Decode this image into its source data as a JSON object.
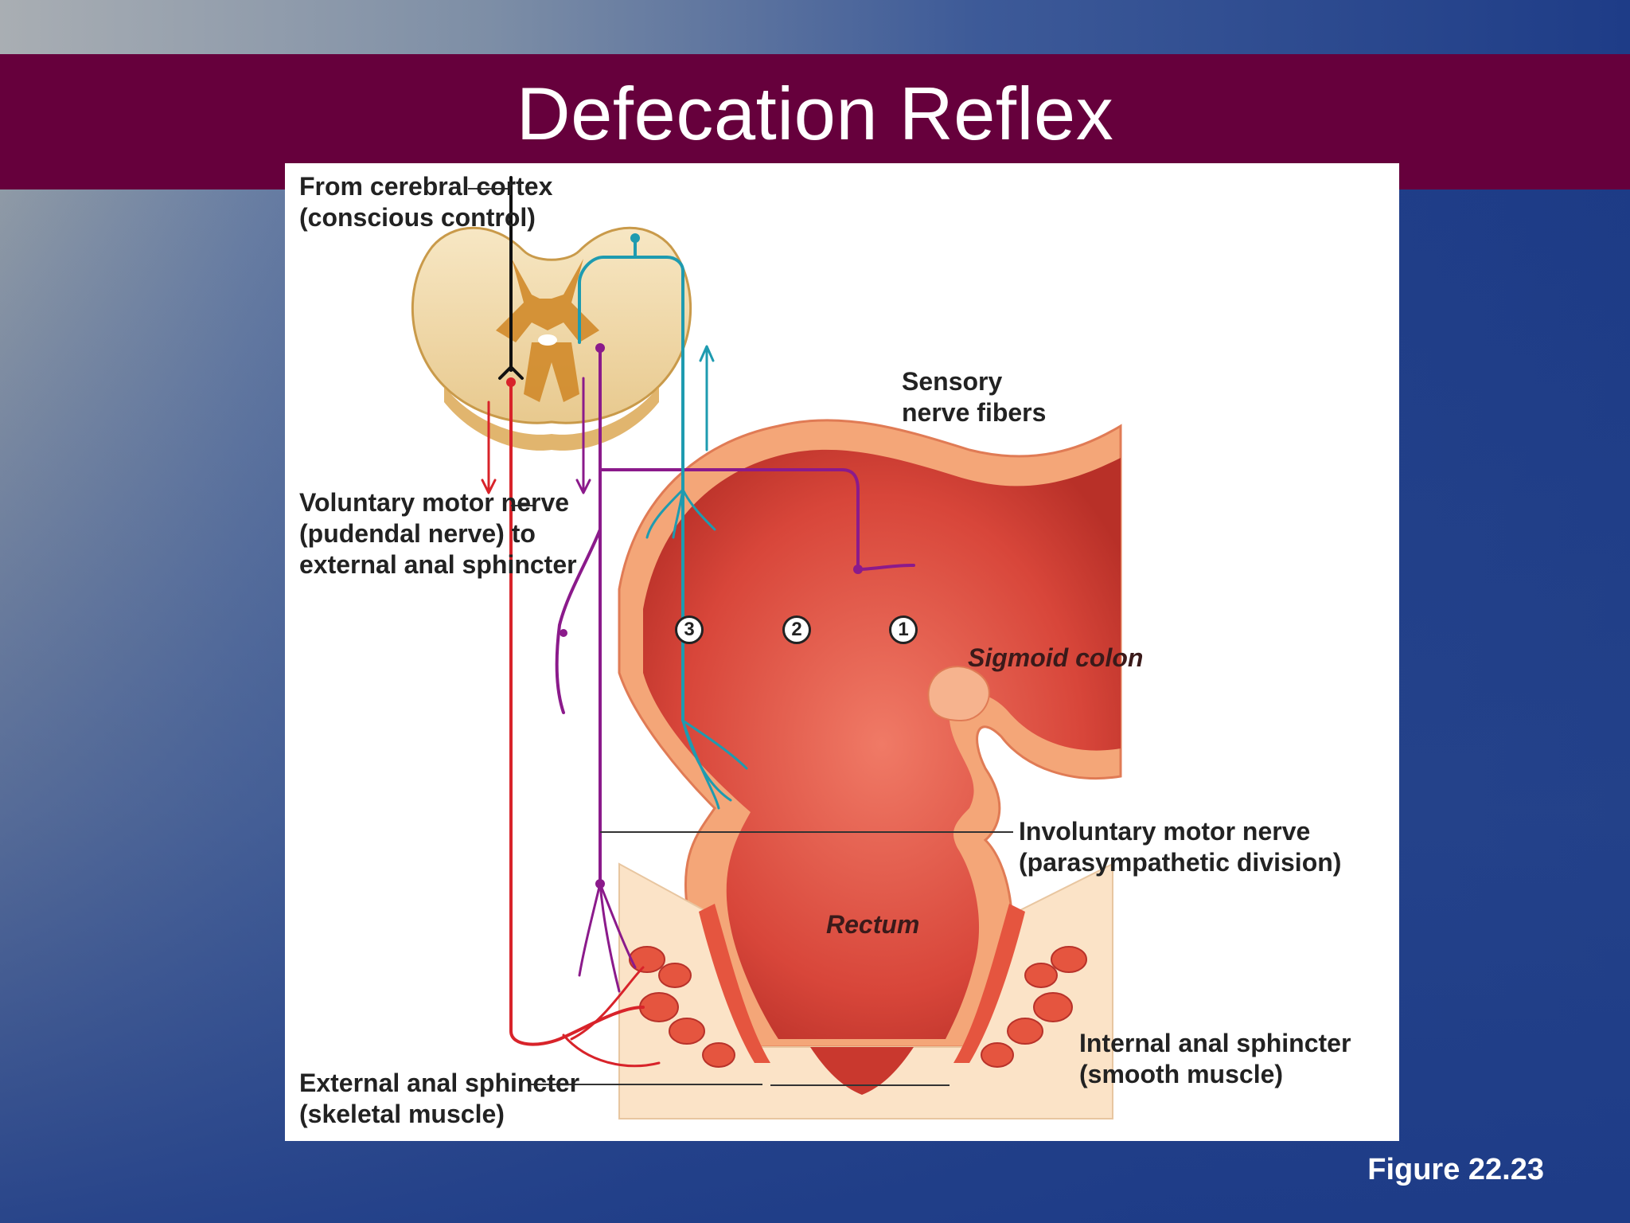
{
  "title": "Defecation Reflex",
  "figure_number": "Figure 22.23",
  "labels": {
    "cortex_line1": "From cerebral cortex",
    "cortex_line2": "(conscious control)",
    "sensory_line1": "Sensory",
    "sensory_line2": "nerve fibers",
    "voluntary_line1": "Voluntary motor nerve",
    "voluntary_line2": "(pudendal nerve) to",
    "voluntary_line3": "external anal sphincter",
    "involuntary_line1": "Involuntary motor nerve",
    "involuntary_line2": "(parasympathetic division)",
    "internal_line1": "Internal anal sphincter",
    "internal_line2": "(smooth muscle)",
    "external_line1": "External anal sphincter",
    "external_line2": "(skeletal muscle)",
    "sigmoid": "Sigmoid colon",
    "rectum": "Rectum"
  },
  "steps": [
    "3",
    "2",
    "1"
  ],
  "colors": {
    "title_bar": "#66003c",
    "sensory_nerve": "#1e9bb0",
    "parasympathetic_nerve": "#8b1a8b",
    "voluntary_nerve": "#d8232a",
    "cortex_nerve": "#111111",
    "tissue": "#d9443a",
    "spinal_cord": "#e0b15a"
  }
}
